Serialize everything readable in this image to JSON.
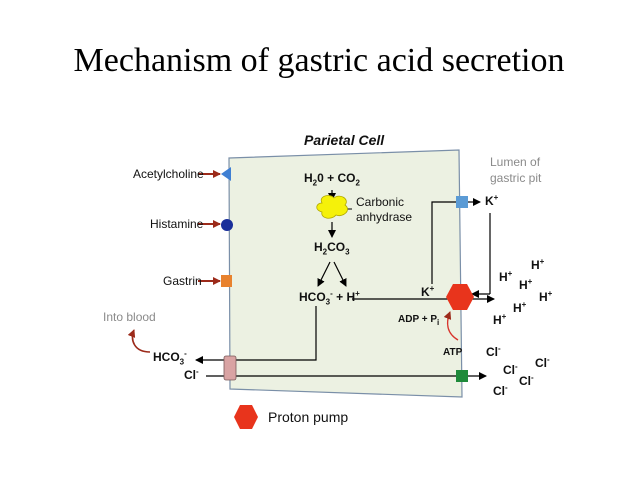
{
  "title": "Mechanism of gastric acid secretion",
  "cell_title": "Parietal Cell",
  "lumen_label": [
    "Lumen of",
    "gastric pit"
  ],
  "receptors": {
    "acetylcholine": "Acetylcholine",
    "histamine": "Histamine",
    "gastrin": "Gastrin"
  },
  "into_blood": "Into blood",
  "molecules": {
    "h2o_co2": {
      "a": "H",
      "sub1": "2",
      "b": "0 + CO",
      "sub2": "2"
    },
    "carbonic_anhydrase": [
      "Carbonic",
      "anhydrase"
    ],
    "h2co3": {
      "a": "H",
      "sub1": "2",
      "b": "CO",
      "sub2": "3"
    },
    "hco3_h": {
      "a": "HCO",
      "sub": "3",
      "sup": "-",
      "b": " + H",
      "sup2": "+"
    },
    "hco3_out": {
      "a": "HCO",
      "sub": "3",
      "sup": "-"
    },
    "cl_in": {
      "a": "Cl",
      "sup": "-"
    },
    "k_in": {
      "a": "K",
      "sup": "+"
    },
    "k_out": {
      "a": "K",
      "sup": "+"
    },
    "adp": {
      "a": "ADP + P",
      "sub": "i"
    },
    "atp": "ATP"
  },
  "lumen_ions": {
    "h": {
      "a": "H",
      "sup": "+"
    },
    "cl": {
      "a": "Cl",
      "sup": "-"
    }
  },
  "legend": {
    "proton_pump": "Proton pump"
  },
  "colors": {
    "cell_fill": "#ecf1e2",
    "cell_border": "#7a8fa8",
    "ach_receptor": "#3f7fd3",
    "histamine_receptor": "#1a2f9a",
    "gastrin_receptor": "#e8822e",
    "k_channel": "#5b9bd5",
    "cl_channel": "#1f8a3a",
    "exchanger": "#d9a3a3",
    "proton_pump": "#e8341c",
    "enzyme": "#f5f10a",
    "signal_arrow": "#9c2a1a"
  }
}
